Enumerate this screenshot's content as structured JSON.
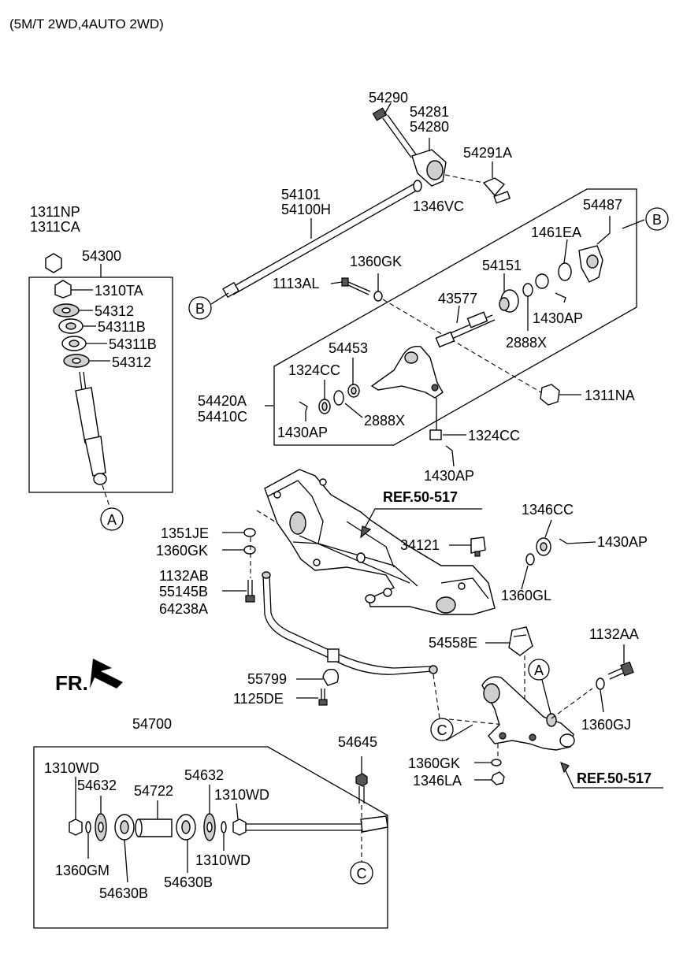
{
  "header": "(5M/T 2WD,4AUTO 2WD)",
  "direction_label": "FR.",
  "refs": {
    "frame": "REF.50-517",
    "lower_arm": "REF.50-517"
  },
  "circles": {
    "a": "A",
    "b": "B",
    "c": "C"
  },
  "labels": {
    "p54290": "54290",
    "p54281": "54281",
    "p54280": "54280",
    "p54291A": "54291A",
    "p1346VC": "1346VC",
    "p54101": "54101",
    "p54100H": "54100H",
    "p54487": "54487",
    "p1461EA": "1461EA",
    "p1360GK_top": "1360GK",
    "p54151": "54151",
    "p1113AL": "1113AL",
    "p43577": "43577",
    "p1430AP_a": "1430AP",
    "p2888X_a": "2888X",
    "p54453": "54453",
    "p1324CC_a": "1324CC",
    "p1311NA": "1311NA",
    "p54420A": "54420A",
    "p54410C": "54410C",
    "p2888X_b": "2888X",
    "p1430AP_b": "1430AP",
    "p1324CC_b": "1324CC",
    "p1430AP_c": "1430AP",
    "p1311NP": "1311NP",
    "p1311CA": "1311CA",
    "p54300": "54300",
    "p1310TA": "1310TA",
    "p54312_a": "54312",
    "p54311B_a": "54311B",
    "p54311B_b": "54311B",
    "p54312_b": "54312",
    "p1351JE": "1351JE",
    "p1360GK_mid": "1360GK",
    "p1132AB": "1132AB",
    "p55145B": "55145B",
    "p64238A": "64238A",
    "p1346CC": "1346CC",
    "p34121": "34121",
    "p1430AP_d": "1430AP",
    "p1360GL": "1360GL",
    "p54558E": "54558E",
    "p1132AA": "1132AA",
    "p55799": "55799",
    "p1125DE": "1125DE",
    "p1360GJ": "1360GJ",
    "p54700": "54700",
    "p54645": "54645",
    "p1360GK_bot": "1360GK",
    "p1346LA": "1346LA",
    "p1310WD_a": "1310WD",
    "p54632_a": "54632",
    "p54722": "54722",
    "p54632_b": "54632",
    "p1310WD_b": "1310WD",
    "p1360GM": "1360GM",
    "p54630B_a": "54630B",
    "p54630B_b": "54630B",
    "p1310WD_c": "1310WD"
  }
}
